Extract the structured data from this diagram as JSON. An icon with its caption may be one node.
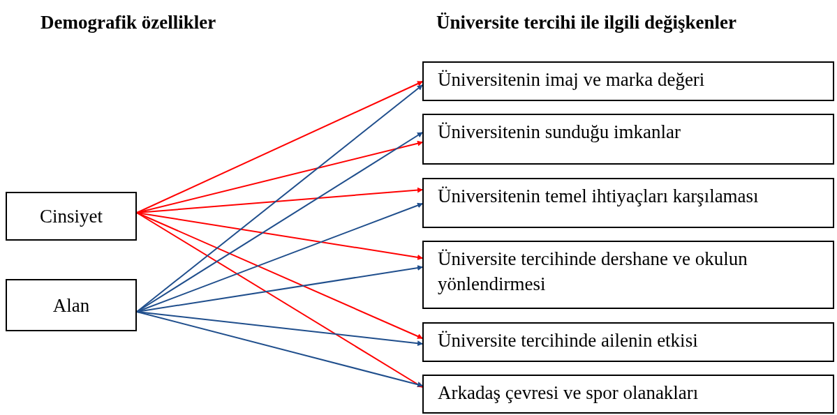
{
  "diagram": {
    "nodes": [
      {
        "text": [
          "Cinsiyet"
        ]
      },
      {
        "text": [
          "Alan"
        ]
      },
      {
        "text": [
          "Üniversitenin imaj ve marka değeri"
        ]
      },
      {
        "text": [
          "Üniversitenin sunduğu imkanlar"
        ]
      },
      {
        "text": [
          "Üniversitenin temel ihtiyaçları karşılaması"
        ]
      },
      {
        "text": [
          "Üniversite tercihinde dershane ve okulun yönlendirmesi"
        ]
      },
      {
        "text": [
          "Üniversite tercihinde ailenin etkisi"
        ]
      },
      {
        "text": [
          "Arkadaş çevresi ve spor olanakları"
        ]
      }
    ],
    "edges": [
      {
        "from": 0,
        "to": 2,
        "arrow": "to",
        "color": "#ff0000"
      },
      {
        "from": 0,
        "to": 3,
        "arrow": "to",
        "color": "#ff0000"
      },
      {
        "from": 0,
        "to": 4,
        "arrow": "to",
        "color": "#ff0000"
      },
      {
        "from": 0,
        "to": 5,
        "arrow": "to",
        "color": "#ff0000"
      },
      {
        "from": 0,
        "to": 6,
        "arrow": "to",
        "color": "#ff0000"
      },
      {
        "from": 0,
        "to": 7,
        "arrow": "to",
        "color": "#ff0000"
      },
      {
        "from": 1,
        "to": 2,
        "arrow": "to",
        "color": "#1f4e8c"
      },
      {
        "from": 1,
        "to": 3,
        "arrow": "to",
        "color": "#1f4e8c"
      },
      {
        "from": 1,
        "to": 4,
        "arrow": "to",
        "color": "#1f4e8c"
      },
      {
        "from": 1,
        "to": 5,
        "arrow": "to",
        "color": "#1f4e8c"
      },
      {
        "from": 1,
        "to": 6,
        "arrow": "to",
        "color": "#1f4e8c"
      },
      {
        "from": 1,
        "to": 7,
        "arrow": "to",
        "color": "#1f4e8c"
      }
    ],
    "labels": [
      "Demografik özellikler",
      "Üniversite tercihi ile ilgili değişkenler"
    ]
  }
}
